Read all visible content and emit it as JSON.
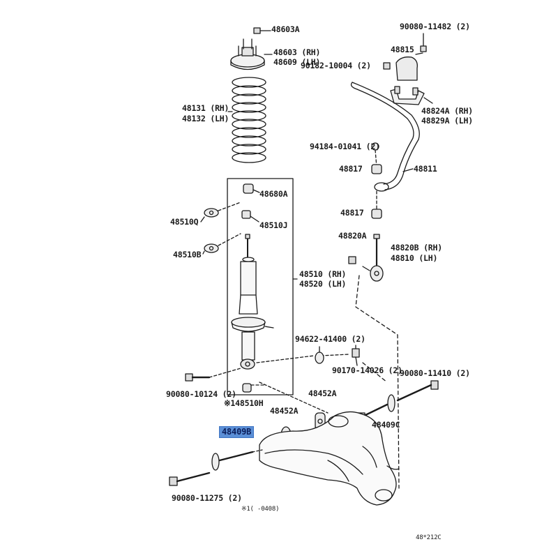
{
  "diagram": {
    "highlight_color": "#5b8fd6",
    "labels": {
      "p48603A": "48603A",
      "p48603": "48603 (RH)",
      "p48609": "48609 (LH)",
      "p48131": "48131 (RH)",
      "p48132": "48132 (LH)",
      "p48680A": "48680A",
      "p48510Q": "48510Q",
      "p48510J": "48510J",
      "p48510B": "48510B",
      "p48510": "48510 (RH)",
      "p48520": "48520 (LH)",
      "p90080_11482": "90080-11482 (2)",
      "p48815": "48815",
      "p90182": "90182-10004 (2)",
      "p48824A": "48824A (RH)",
      "p48829A": "48829A (LH)",
      "p94184": "94184-01041 (2)",
      "p48817a": "48817",
      "p48811": "48811",
      "p48817b": "48817",
      "p48820A": "48820A",
      "p48820B": "48820B (RH)",
      "p48810": "48810 (LH)",
      "p94622": "94622-41400 (2)",
      "p90170": "90170-14026 (2)",
      "p90080_11410": "90080-11410 (2)",
      "p90080_10124": "90080-10124 (2)",
      "p48510H": "※148510H",
      "p48452A_r": "48452A",
      "p48452A_l": "48452A",
      "p48409C": "48409C",
      "p48409B": "48409B",
      "p90080_11275": "90080-11275 (2)",
      "footnote": "※1(     -0408)",
      "fig_code": "48*212C"
    }
  }
}
